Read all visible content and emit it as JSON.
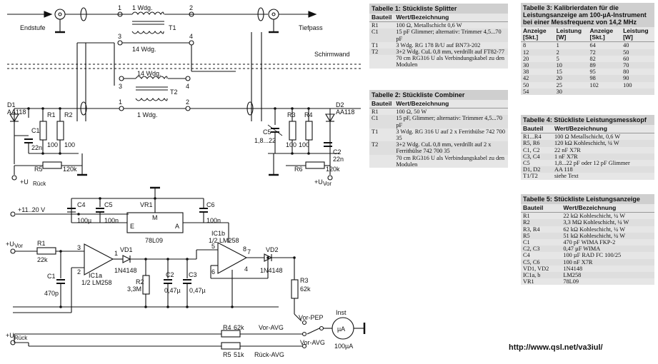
{
  "schematic": {
    "splitter": {
      "in_label": "Endstufe",
      "out_label": "Tiefpass",
      "shield_label": "Schirmwand",
      "t1": {
        "name": "T1",
        "w1": "1 Wdg.",
        "w2": "14 Wdg."
      },
      "t2": {
        "name": "T2",
        "w1": "14 Wdg.",
        "w2": "1 Wdg."
      },
      "pins": [
        "1",
        "2",
        "3",
        "4"
      ],
      "left": {
        "diode": "D1",
        "diode_type": "AA118",
        "r1": "R1",
        "r2": "R2",
        "r1v": "100",
        "r2v": "100",
        "c1": "C1",
        "c1v": "22n",
        "r5": "R5",
        "r5v": "120k",
        "out": "+U",
        "out_sub": "Rück"
      },
      "right": {
        "diode": "D2",
        "diode_type": "AA118",
        "r3": "R3",
        "r4": "R4",
        "r3v": "100",
        "r4v": "100",
        "c5": "C5",
        "c5v": "1,8...22",
        "c2": "C2",
        "c2v": "22n",
        "r6": "R6",
        "r6v": "120k",
        "out": "+U",
        "out_sub": "Vor"
      }
    },
    "meter": {
      "supply": "+11..20 V",
      "c4": "C4",
      "c4v": "100µ",
      "c5": "C5",
      "c5v": "100n",
      "c6": "C6",
      "c6v": "100n",
      "vr1": "VR1",
      "reg": "78L09",
      "reg_e": "E",
      "reg_m": "M",
      "reg_a": "A",
      "uvor": "+U",
      "uvor_sub": "Vor",
      "urueck": "+U",
      "urueck_sub": "Rück",
      "r1": "R1",
      "r1v": "22k",
      "c1": "C1",
      "c1v": "470p",
      "ic1a": "IC1a",
      "ic1a_type": "1/2 LM258",
      "ic1b": "IC1b",
      "ic1b_type": "1/2 LM258",
      "vd1": "VD1",
      "vd1_type": "1N4148",
      "vd2": "VD2",
      "vd2_type": "1N4148",
      "r2": "R2",
      "r2v": "3,3M",
      "c2": "C2",
      "c2v": "0,47µ",
      "c3": "C3",
      "c3v": "0,47µ",
      "r3": "R3",
      "r3v": "62k",
      "pin3": "3",
      "pin2": "2",
      "pin1": "1",
      "pin5": "5",
      "pin6": "6",
      "pin7": "7",
      "pin8": "8",
      "pin4": "4",
      "sw_pep": "Vor-PEP",
      "sw_avg": "Vor-AVG",
      "sw_ravg": "Rück-AVG",
      "r4": "R4",
      "r4v": "62k",
      "r5": "R5",
      "r5v": "51k",
      "inst": "Inst",
      "inst_sym": "µA",
      "inst_val": "100µA"
    }
  },
  "tables": {
    "t1": {
      "caption": "Tabelle 1: Stückliste Splitter",
      "headers": [
        "Bauteil",
        "Wert/Bezeichnung"
      ],
      "rows": [
        [
          "R1",
          "100 Ω, Metallschicht 0,6 W"
        ],
        [
          "C1",
          "15 pF Glimmer; alternativ: Trimmer 4,5...70 pF"
        ],
        [
          "T1",
          "3 Wdg. RG 178 B/U auf BN73-202"
        ],
        [
          "T2",
          "3+2 Wdg. CuL 0,8 mm, verdrillt auf FT82-77"
        ],
        [
          "",
          "70 cm RG316 U als Verbindungskabel zu den Modulen"
        ]
      ]
    },
    "t2": {
      "caption": "Tabelle 2: Stückliste Combiner",
      "headers": [
        "Bauteil",
        "Wert/Bezeichnung"
      ],
      "rows": [
        [
          "R1",
          "100 Ω, 50 W"
        ],
        [
          "C1",
          "15 pF, Glimmer; alternativ: Trimmer 4,5...70 pF"
        ],
        [
          "T1",
          "3 Wdg. RG 316 U auf 2 x Ferrithülse 742 700 35"
        ],
        [
          "T2",
          "3+2 Wdg. CuL 0,8 mm, verdrillt auf 2 x Ferrithülse 742 700 35"
        ],
        [
          "",
          "70 cm RG316 U als Verbindungskabel zu den Modulen"
        ]
      ]
    },
    "t3": {
      "caption": "Tabelle 3: Kalibrierdaten für die Leistungsanzeige am 100-µA-Instrument bei einer Messfrequenz von 14,2 MHz",
      "headers": [
        "Anzeige [Skt.]",
        "Leistung [W]",
        "Anzeige [Skt.]",
        "Leistung [W]"
      ],
      "rows": [
        [
          "8",
          "1",
          "64",
          "40"
        ],
        [
          "12",
          "2",
          "72",
          "50"
        ],
        [
          "20",
          "5",
          "82",
          "60"
        ],
        [
          "30",
          "10",
          "89",
          "70"
        ],
        [
          "38",
          "15",
          "95",
          "80"
        ],
        [
          "42",
          "20",
          "98",
          "90"
        ],
        [
          "50",
          "25",
          "102",
          "100"
        ],
        [
          "54",
          "30",
          "",
          ""
        ]
      ]
    },
    "t4": {
      "caption": "Tabelle 4: Stückliste Leistungsmesskopf",
      "headers": [
        "Bauteil",
        "Wert/Bezeichnung"
      ],
      "rows": [
        [
          "R1...R4",
          "100 Ω Metallschicht, 0,6 W"
        ],
        [
          "R5, R6",
          "120 kΩ Kohleschicht, ¼ W"
        ],
        [
          "C1, C2",
          "22 nF X7R"
        ],
        [
          "C3, C4",
          "1 nF X7R"
        ],
        [
          "C5",
          "1,8...22 pF oder 12 pF Glimmer"
        ],
        [
          "D1, D2",
          "AA 118"
        ],
        [
          "T1/T2",
          "siehe Text"
        ]
      ]
    },
    "t5": {
      "caption": "Tabelle 5: Stückliste Leistungsanzeige",
      "headers": [
        "Bauteil",
        "Wert/Bezeichnung"
      ],
      "rows": [
        [
          "R1",
          "22 kΩ Kohleschicht, ¼ W"
        ],
        [
          "R2",
          "3,3 MΩ Kohleschicht, ¼ W"
        ],
        [
          "R3, R4",
          "62 kΩ Kohleschicht, ¼ W"
        ],
        [
          "R5",
          "51 kΩ Kohleschicht, ¼ W"
        ],
        [
          "C1",
          "470 pF WIMA FKP-2"
        ],
        [
          "C2, C3",
          "0,47 µF WIMA"
        ],
        [
          "C4",
          "100 µF RAD FC 100/25"
        ],
        [
          "C5, C6",
          "100 nF X7R"
        ],
        [
          "VD1, VD2",
          "1N4148"
        ],
        [
          "IC1a, b",
          "LM258"
        ],
        [
          "VR1",
          "78L09"
        ]
      ]
    }
  },
  "footer": {
    "url": "http://www.qsl.net/va3iul/"
  }
}
